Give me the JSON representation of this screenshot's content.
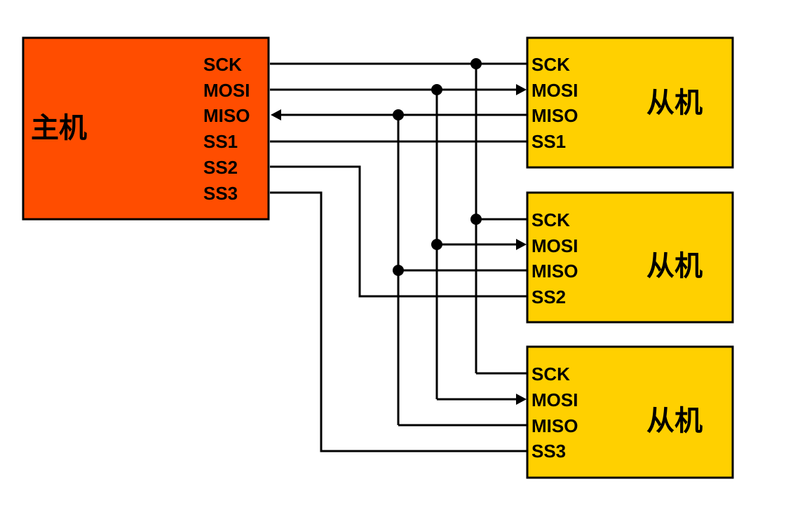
{
  "master": {
    "title": "主机",
    "fill": "#FF4D00",
    "pins": [
      "SCK",
      "MOSI",
      "MISO",
      "SS1",
      "SS2",
      "SS3"
    ]
  },
  "slaves": [
    {
      "title": "从机",
      "fill": "#FFD000",
      "pins": [
        "SCK",
        "MOSI",
        "MISO",
        "SS1"
      ]
    },
    {
      "title": "从机",
      "fill": "#FFD000",
      "pins": [
        "SCK",
        "MOSI",
        "MISO",
        "SS2"
      ]
    },
    {
      "title": "从机",
      "fill": "#FFD000",
      "pins": [
        "SCK",
        "MOSI",
        "MISO",
        "SS3"
      ]
    }
  ],
  "colors": {
    "wire": "#000000",
    "box_border": "#000000",
    "background": "#FFFFFF"
  }
}
